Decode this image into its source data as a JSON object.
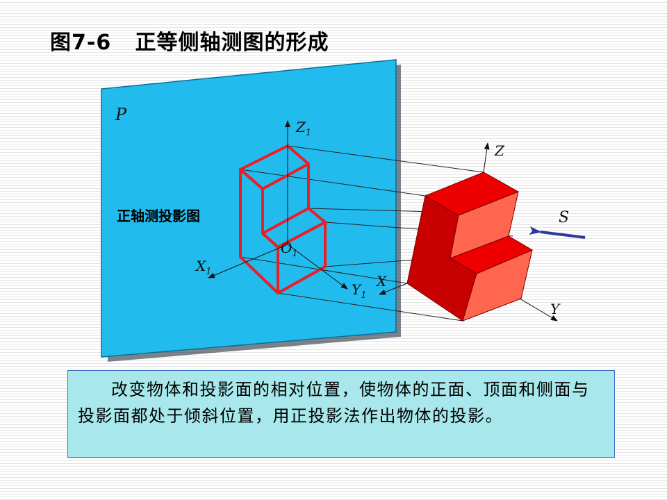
{
  "title": "图7-6   正等侧轴测图的形成",
  "diagram": {
    "plane_label": "P",
    "projection_label": "正轴测投影图",
    "axis_labels": {
      "z1_base": "Z",
      "z1_sub": "1",
      "x1_base": "X",
      "x1_sub": "1",
      "y1_base": "Y",
      "y1_sub": "1",
      "o1_base": "O",
      "o1_sub": "1",
      "z": "Z",
      "x": "X",
      "y": "Y"
    },
    "direction_label": "S",
    "colors": {
      "plane": "#22bbee",
      "projection_outline": "#ee1c24",
      "solid_top": "#ee0000",
      "solid_front": "#cc0000",
      "solid_side": "#ff6655",
      "arrow": "#2b3a9e",
      "caption_bg": "#a8e8ec"
    }
  },
  "caption": "改变物体和投影面的相对位置，使物体的正面、顶面和侧面与投影面都处于倾斜位置，用正投影法作出物体的投影。"
}
